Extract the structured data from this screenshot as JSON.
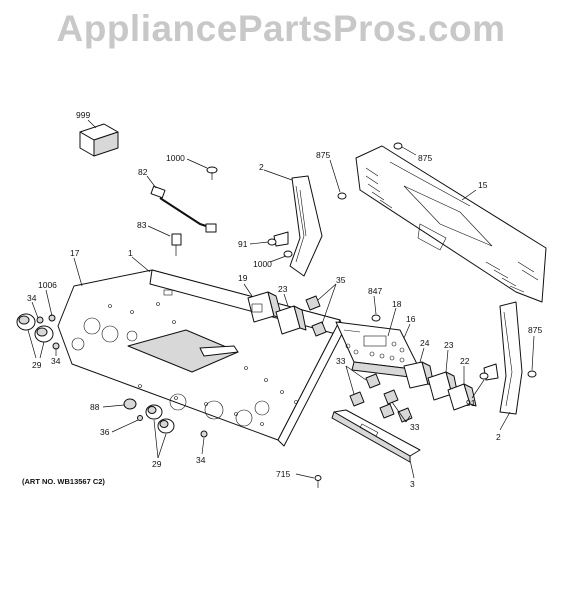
{
  "watermark": "AppliancePartsPros.com",
  "art_no": "(ART NO. WB13567 C2)",
  "callouts": {
    "c999": "999",
    "c1000a": "1000",
    "c82": "82",
    "c2a": "2",
    "c875a": "875",
    "c875b": "875",
    "c15": "15",
    "c83": "83",
    "c91a": "91",
    "c1000b": "1000",
    "c17": "17",
    "c1": "1",
    "c1006": "1006",
    "c34a": "34",
    "c34b": "34",
    "c29a": "29",
    "c19": "19",
    "c23a": "23",
    "c35": "35",
    "c847": "847",
    "c18": "18",
    "c16": "16",
    "c875c": "875",
    "c33a": "33",
    "c24": "24",
    "c23b": "23",
    "c22": "22",
    "c91b": "91",
    "c33b": "33",
    "c2b": "2",
    "c88": "88",
    "c36": "36",
    "c29b": "29",
    "c34c": "34",
    "c715": "715",
    "c3": "3"
  }
}
